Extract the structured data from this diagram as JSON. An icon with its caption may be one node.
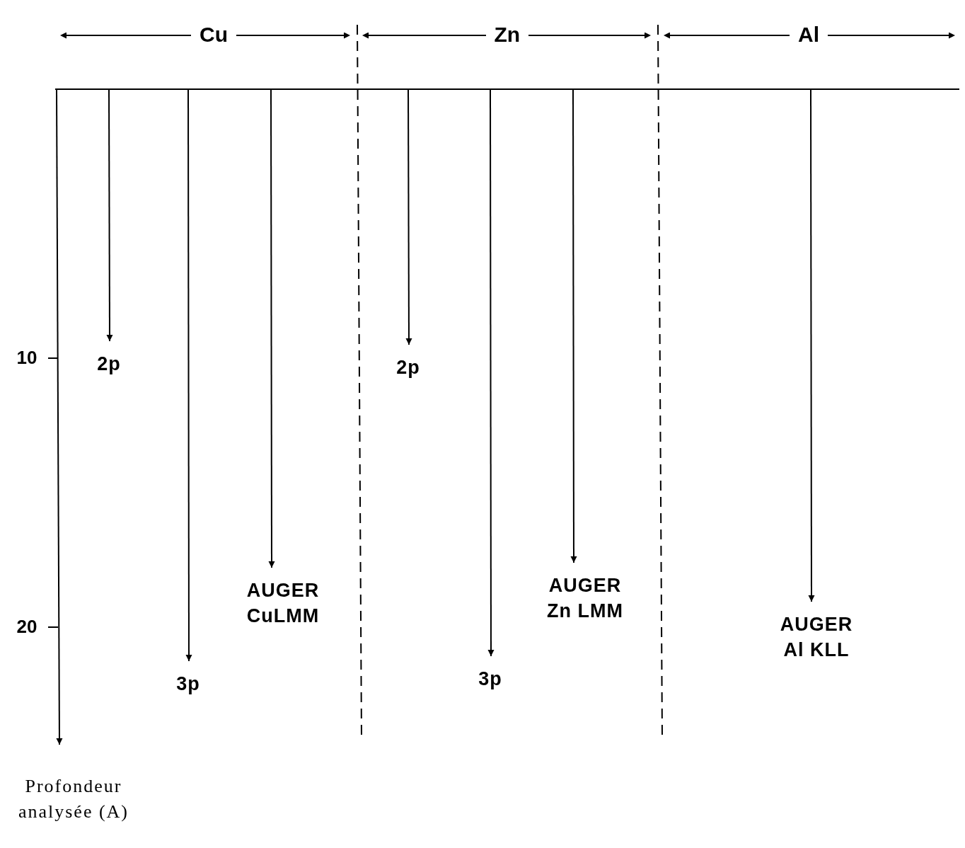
{
  "diagram": {
    "nodes": [
      {
        "text": [
          "2p"
        ]
      },
      {
        "text": [
          "3p"
        ]
      },
      {
        "text": [
          "AUGER",
          "CuLMM"
        ]
      },
      {
        "text": [
          "2p"
        ]
      },
      {
        "text": [
          "3p"
        ]
      },
      {
        "text": [
          "AUGER",
          "Zn LMM"
        ]
      },
      {
        "text": [
          "AUGER",
          "Al KLL"
        ]
      }
    ],
    "edges": [
      {
        "from": null,
        "to": 0,
        "arrow": "to"
      },
      {
        "from": null,
        "to": 1,
        "arrow": "to"
      },
      {
        "from": null,
        "to": 2,
        "arrow": "to"
      },
      {
        "from": null,
        "to": 3,
        "arrow": "to"
      },
      {
        "from": null,
        "to": 4,
        "arrow": "to"
      },
      {
        "from": null,
        "to": 5,
        "arrow": "to"
      },
      {
        "from": null,
        "to": 6,
        "arrow": "to"
      }
    ],
    "labels": [
      "Cu",
      "Zn",
      "Al",
      "10",
      "20",
      "Profondeur analysée (A)"
    ]
  }
}
